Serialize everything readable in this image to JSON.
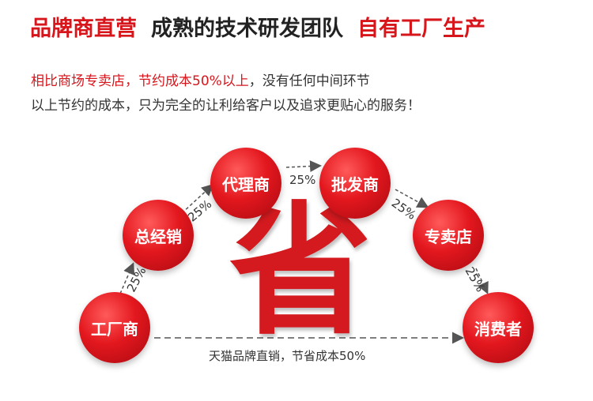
{
  "header": {
    "part1": "品牌商直营",
    "part2": "成熟的技术研发团队",
    "part3": "自有工厂生产"
  },
  "intro": {
    "line1_red": "相比商场专卖店，节约成本50%以上",
    "line1_rest": "，没有任何中间环节",
    "line2": "以上节约的成本，只为完全的让利给客户以及追求更贴心的服务！"
  },
  "chain": {
    "factory": "工厂商",
    "distributor": "总经销",
    "agent": "代理商",
    "wholesaler": "批发商",
    "store": "专卖店",
    "consumer": "消费者"
  },
  "percent": {
    "p1": "25%",
    "p2": "25%",
    "p3": "25%",
    "p4": "25%",
    "p5": "25%"
  },
  "center_char": "省",
  "footer": "天猫品牌直销，节省成本50%",
  "colors": {
    "accent": "#d7161c",
    "text": "#333333"
  }
}
